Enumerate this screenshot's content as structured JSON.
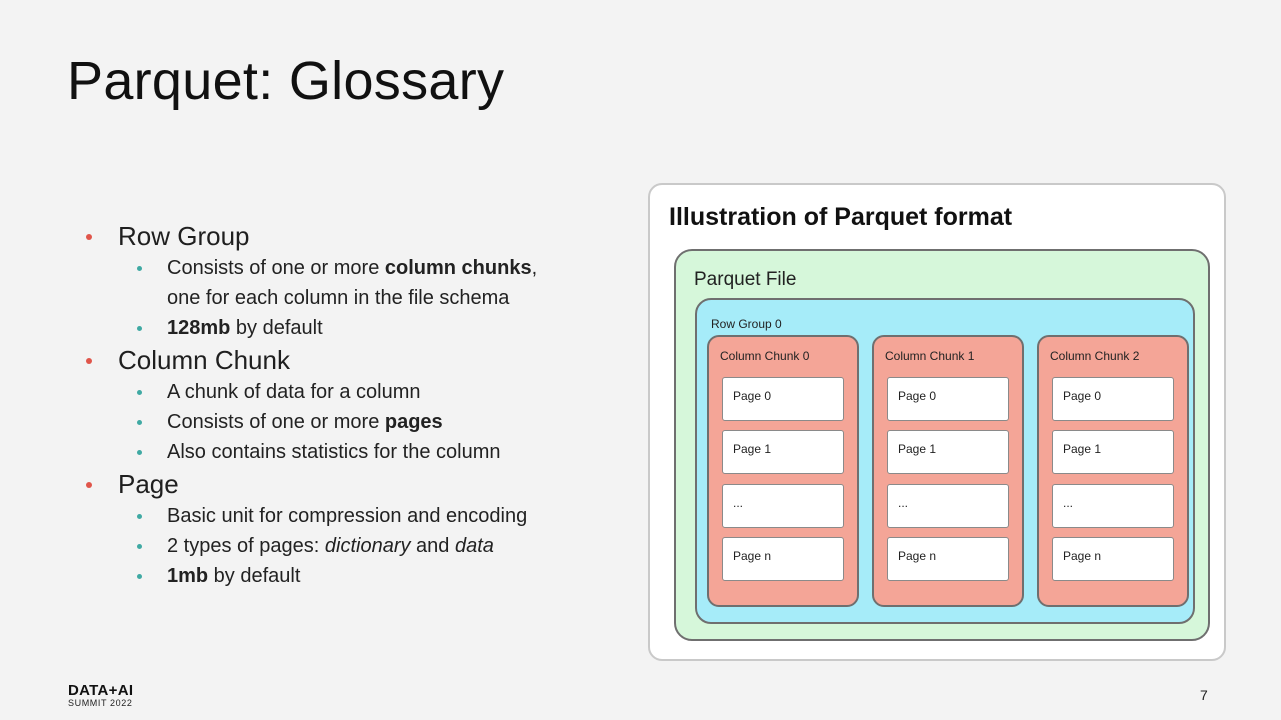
{
  "slide": {
    "title": "Parquet: Glossary",
    "page_number": "7"
  },
  "glossary": [
    {
      "term": "Row Group",
      "points": [
        {
          "segments": [
            {
              "t": "Consists of one or more ",
              "s": ""
            },
            {
              "t": "column chunks",
              "s": "bold"
            },
            {
              "t": ",",
              "s": ""
            }
          ]
        },
        {
          "segments": [
            {
              "t": "one for each column in the file schema",
              "s": ""
            }
          ],
          "continuation": true
        },
        {
          "segments": [
            {
              "t": "128mb",
              "s": "bold"
            },
            {
              "t": " by default",
              "s": ""
            }
          ]
        }
      ]
    },
    {
      "term": "Column Chunk",
      "points": [
        {
          "segments": [
            {
              "t": "A chunk of data for a column",
              "s": ""
            }
          ]
        },
        {
          "segments": [
            {
              "t": "Consists of one or more ",
              "s": ""
            },
            {
              "t": "pages",
              "s": "bold"
            }
          ]
        },
        {
          "segments": [
            {
              "t": "Also contains statistics for the column",
              "s": ""
            }
          ]
        }
      ]
    },
    {
      "term": "Page",
      "points": [
        {
          "segments": [
            {
              "t": "Basic unit for compression and encoding",
              "s": ""
            }
          ]
        },
        {
          "segments": [
            {
              "t": "2 types of pages: ",
              "s": ""
            },
            {
              "t": "dictionary",
              "s": "italic"
            },
            {
              "t": " and ",
              "s": ""
            },
            {
              "t": "data",
              "s": "italic"
            }
          ]
        },
        {
          "segments": [
            {
              "t": "1mb",
              "s": "bold"
            },
            {
              "t": " by default",
              "s": ""
            }
          ]
        }
      ]
    }
  ],
  "illustration": {
    "title": "Illustration of Parquet format",
    "file_label": "Parquet File",
    "row_group_label": "Row Group 0",
    "chunks": [
      {
        "label": "Column Chunk 0",
        "pages": [
          "Page 0",
          "Page 1",
          "...",
          "Page n"
        ]
      },
      {
        "label": "Column Chunk 1",
        "pages": [
          "Page 0",
          "Page 1",
          "...",
          "Page n"
        ]
      },
      {
        "label": "Column Chunk 2",
        "pages": [
          "Page 0",
          "Page 1",
          "...",
          "Page n"
        ]
      }
    ]
  },
  "logo": {
    "main": "DATA+AI",
    "sub": "SUMMIT 2022"
  }
}
